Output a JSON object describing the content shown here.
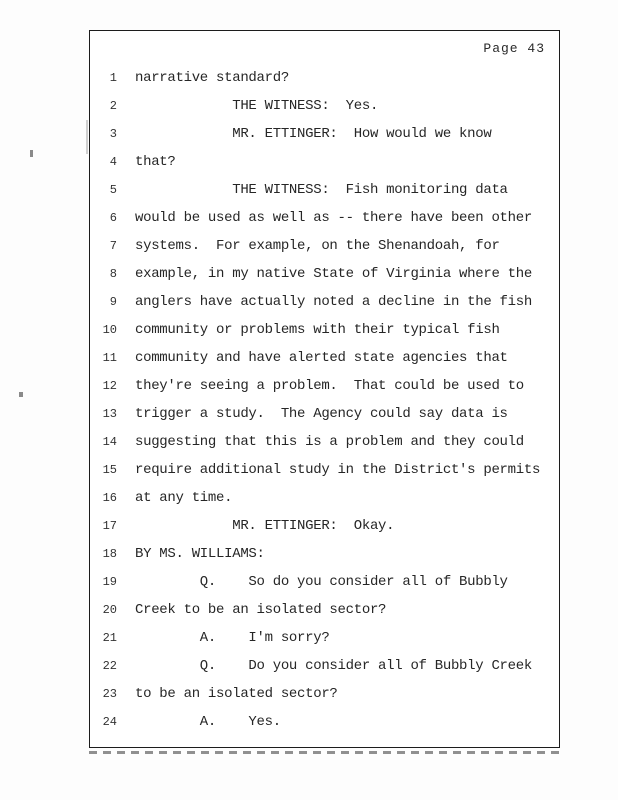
{
  "page": {
    "label": "Page 43",
    "lines": [
      {
        "n": "1",
        "t": "narrative standard?"
      },
      {
        "n": "2",
        "t": "            THE WITNESS:  Yes."
      },
      {
        "n": "3",
        "t": "            MR. ETTINGER:  How would we know"
      },
      {
        "n": "4",
        "t": "that?"
      },
      {
        "n": "5",
        "t": "            THE WITNESS:  Fish monitoring data"
      },
      {
        "n": "6",
        "t": "would be used as well as -- there have been other"
      },
      {
        "n": "7",
        "t": "systems.  For example, on the Shenandoah, for"
      },
      {
        "n": "8",
        "t": "example, in my native State of Virginia where the"
      },
      {
        "n": "9",
        "t": "anglers have actually noted a decline in the fish"
      },
      {
        "n": "10",
        "t": "community or problems with their typical fish"
      },
      {
        "n": "11",
        "t": "community and have alerted state agencies that"
      },
      {
        "n": "12",
        "t": "they're seeing a problem.  That could be used to"
      },
      {
        "n": "13",
        "t": "trigger a study.  The Agency could say data is"
      },
      {
        "n": "14",
        "t": "suggesting that this is a problem and they could"
      },
      {
        "n": "15",
        "t": "require additional study in the District's permits"
      },
      {
        "n": "16",
        "t": "at any time."
      },
      {
        "n": "17",
        "t": "            MR. ETTINGER:  Okay."
      },
      {
        "n": "18",
        "t": "BY MS. WILLIAMS:"
      },
      {
        "n": "19",
        "t": "        Q.    So do you consider all of Bubbly"
      },
      {
        "n": "20",
        "t": "Creek to be an isolated sector?"
      },
      {
        "n": "21",
        "t": "        A.    I'm sorry?"
      },
      {
        "n": "22",
        "t": "        Q.    Do you consider all of Bubbly Creek"
      },
      {
        "n": "23",
        "t": "to be an isolated sector?"
      },
      {
        "n": "24",
        "t": "        A.    Yes."
      }
    ]
  }
}
